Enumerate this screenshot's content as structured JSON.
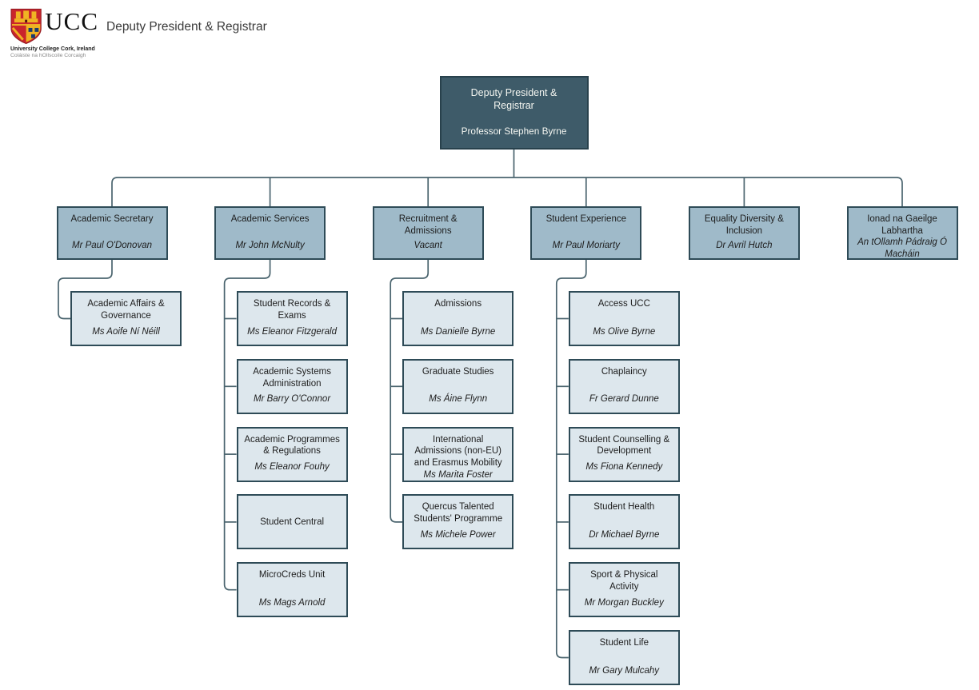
{
  "header": {
    "title": "Deputy President & Registrar",
    "logo": {
      "acronym": "UCC",
      "caption1": "University College Cork, Ireland",
      "caption2": "Coláiste na hOllscoile Corcaigh"
    }
  },
  "colors": {
    "root_fill": "#3e5b69",
    "root_border": "#28414c",
    "l2_fill": "#9fbac9",
    "l3_fill": "#dde7ed",
    "node_border": "#2e4b57",
    "line": "#4a646e",
    "crest_red": "#c9252c",
    "crest_gold": "#f0b323",
    "crest_blue": "#1d3c6e"
  },
  "chart": {
    "root": {
      "title": "Deputy President & Registrar",
      "person": "Professor Stephen Byrne"
    },
    "branches": [
      {
        "title": "Academic Secretary",
        "person": "Mr Paul O'Donovan",
        "children": [
          {
            "title": "Academic Affairs & Governance",
            "person": "Ms Aoife Ní Néill"
          }
        ]
      },
      {
        "title": "Academic Services",
        "person": "Mr John McNulty",
        "children": [
          {
            "title": "Student Records & Exams",
            "person": "Ms Eleanor Fitzgerald"
          },
          {
            "title": "Academic Systems Administration",
            "person": "Mr Barry O'Connor"
          },
          {
            "title": "Academic Programmes & Regulations",
            "person": "Ms Eleanor Fouhy"
          },
          {
            "title": "Student Central",
            "person": ""
          },
          {
            "title": "MicroCreds Unit",
            "person": "Ms Mags Arnold"
          }
        ]
      },
      {
        "title": "Recruitment & Admissions",
        "person": "Vacant",
        "children": [
          {
            "title": "Admissions",
            "person": "Ms Danielle Byrne"
          },
          {
            "title": "Graduate Studies",
            "person": "Ms Áine Flynn"
          },
          {
            "title": "International Admissions (non-EU) and Erasmus Mobility",
            "person": "Ms Marita Foster"
          },
          {
            "title": "Quercus Talented Students' Programme",
            "person": "Ms Michele Power"
          }
        ]
      },
      {
        "title": "Student Experience",
        "person": "Mr Paul Moriarty",
        "children": [
          {
            "title": "Access UCC",
            "person": "Ms Olive Byrne"
          },
          {
            "title": "Chaplaincy",
            "person": "Fr Gerard Dunne"
          },
          {
            "title": "Student Counselling & Development",
            "person": "Ms Fiona Kennedy"
          },
          {
            "title": "Student Health",
            "person": "Dr Michael Byrne"
          },
          {
            "title": "Sport & Physical Activity",
            "person": "Mr Morgan Buckley"
          },
          {
            "title": "Student Life",
            "person": "Mr Gary Mulcahy"
          }
        ]
      },
      {
        "title": "Equality Diversity & Inclusion",
        "person": "Dr Avril Hutch",
        "children": []
      },
      {
        "title": "Ionad na Gaeilge Labhartha",
        "person": "An tOllamh Pádraig Ó Macháin",
        "children": []
      }
    ]
  }
}
